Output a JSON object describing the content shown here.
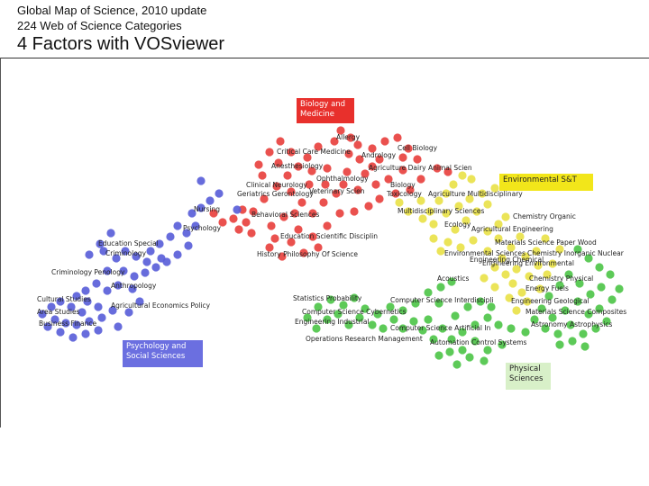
{
  "header": {
    "line1": "Global Map of Science, 2010 update",
    "line2": "224 Web of Science Categories",
    "line3": "4 Factors with VOSviewer"
  },
  "colors": {
    "bio": "#e8423f",
    "env": "#e9e24a",
    "phys": "#4fc64a",
    "psy": "#5a5fd9",
    "bio_box": "#e8302c",
    "env_box": "#f2e61a",
    "phys_box": "#d8f0c8",
    "psy_box": "#6b6fe0"
  },
  "clusters": {
    "bio": "Biology and Medicine",
    "env": "Environmental S&T",
    "phys": "Physical Sciences",
    "psy": "Psychology and Social Sciences"
  },
  "labels": [
    "Allergy",
    "Critical Care Medicine",
    "Cell Biology",
    "Andrology",
    "Anesthesiology",
    "Agriculture Dairy Animal Scien",
    "Ophthalmology",
    "Clinical Neurology",
    "Biology",
    "Geriatrics Gerontology",
    "Veterinary Scien",
    "Toxicology",
    "Agriculture Multidisciplinary",
    "Nursing",
    "Multidisciplinary Sciences",
    "Behavioral Sciences",
    "Ecology",
    "Chemistry Organic",
    "Psychology",
    "Agricultural Engineering",
    "Education Scientific Disciplin",
    "Materials Science Paper Wood",
    "Education Special",
    "Environmental Sciences",
    "Chemistry Inorganic Nuclear",
    "Criminology",
    "History Philosophy Of Science",
    "Engineering Chemical",
    "Engineering Environmental",
    "Chemistry Physical",
    "Criminology Penology",
    "Acoustics",
    "Anthropology",
    "Energy Fuels",
    "Statistics Probability",
    "Computer Science Interdiscipli",
    "Engineering Geological",
    "Cultural Studies",
    "Agricultural Economics Policy",
    "Materials Science Composites",
    "Area Studies",
    "Computer Science Cybernetics",
    "Astronomy Astrophysics",
    "Business Finance",
    "Engineering Industrial",
    "Computer Science Artificial In",
    "Operations Research Management",
    "Automation Control Systems"
  ]
}
